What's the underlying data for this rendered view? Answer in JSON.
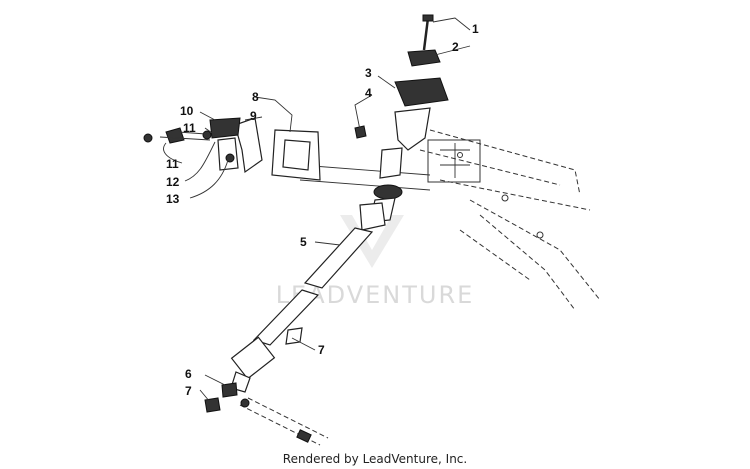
{
  "watermark": "LEADVENTURE",
  "footer": "Rendered by LeadVenture, Inc.",
  "callouts": [
    {
      "id": "c1",
      "label": "1"
    },
    {
      "id": "c2",
      "label": "2"
    },
    {
      "id": "c3",
      "label": "3"
    },
    {
      "id": "c4",
      "label": "4"
    },
    {
      "id": "c5",
      "label": "5"
    },
    {
      "id": "c6",
      "label": "6"
    },
    {
      "id": "c7a",
      "label": "7"
    },
    {
      "id": "c7b",
      "label": "7"
    },
    {
      "id": "c8",
      "label": "8"
    },
    {
      "id": "c9",
      "label": "9"
    },
    {
      "id": "c10",
      "label": "10"
    },
    {
      "id": "c11a",
      "label": "11"
    },
    {
      "id": "c11b",
      "label": "11"
    },
    {
      "id": "c12",
      "label": "12"
    },
    {
      "id": "c13",
      "label": "13"
    }
  ]
}
